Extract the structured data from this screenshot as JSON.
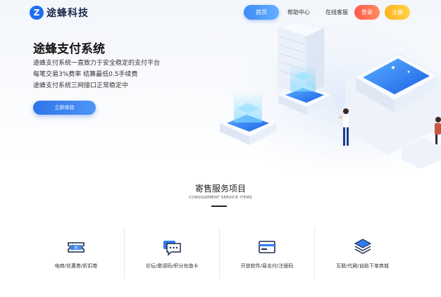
{
  "header": {
    "logo_mark": "Z",
    "logo_text": "途蜂科技",
    "nav": [
      {
        "label": "首页"
      },
      {
        "label": "帮助中心"
      },
      {
        "label": "在线客服"
      }
    ],
    "login_label": "登录",
    "register_label": "注册"
  },
  "hero": {
    "title": "途蜂支付系统",
    "lines": [
      "途蜂支付系统一直致力于安全稳定的支付平台",
      "每笔交易3%费率 结算最低0.5手续费",
      "途蜂支付系统三网接口正常稳定中"
    ],
    "cta_label": "立即体验"
  },
  "services": {
    "title": "寄售服务项目",
    "subtitle": "CONSIGNMENT SERVICE ITEMS",
    "items": [
      {
        "label": "电商/优惠券/折扣卷",
        "icon": "coupon-icon"
      },
      {
        "label": "论坛/邀请码/积分充值卡",
        "icon": "chat-icon"
      },
      {
        "label": "开放软件/易支付/注册码",
        "icon": "card-icon"
      },
      {
        "label": "互联/代刷/自助下单商城",
        "icon": "stack-icon"
      }
    ]
  },
  "colors": {
    "primary": "#2e74ea",
    "login": "#ff5b4e",
    "register": "#ffc22e"
  }
}
